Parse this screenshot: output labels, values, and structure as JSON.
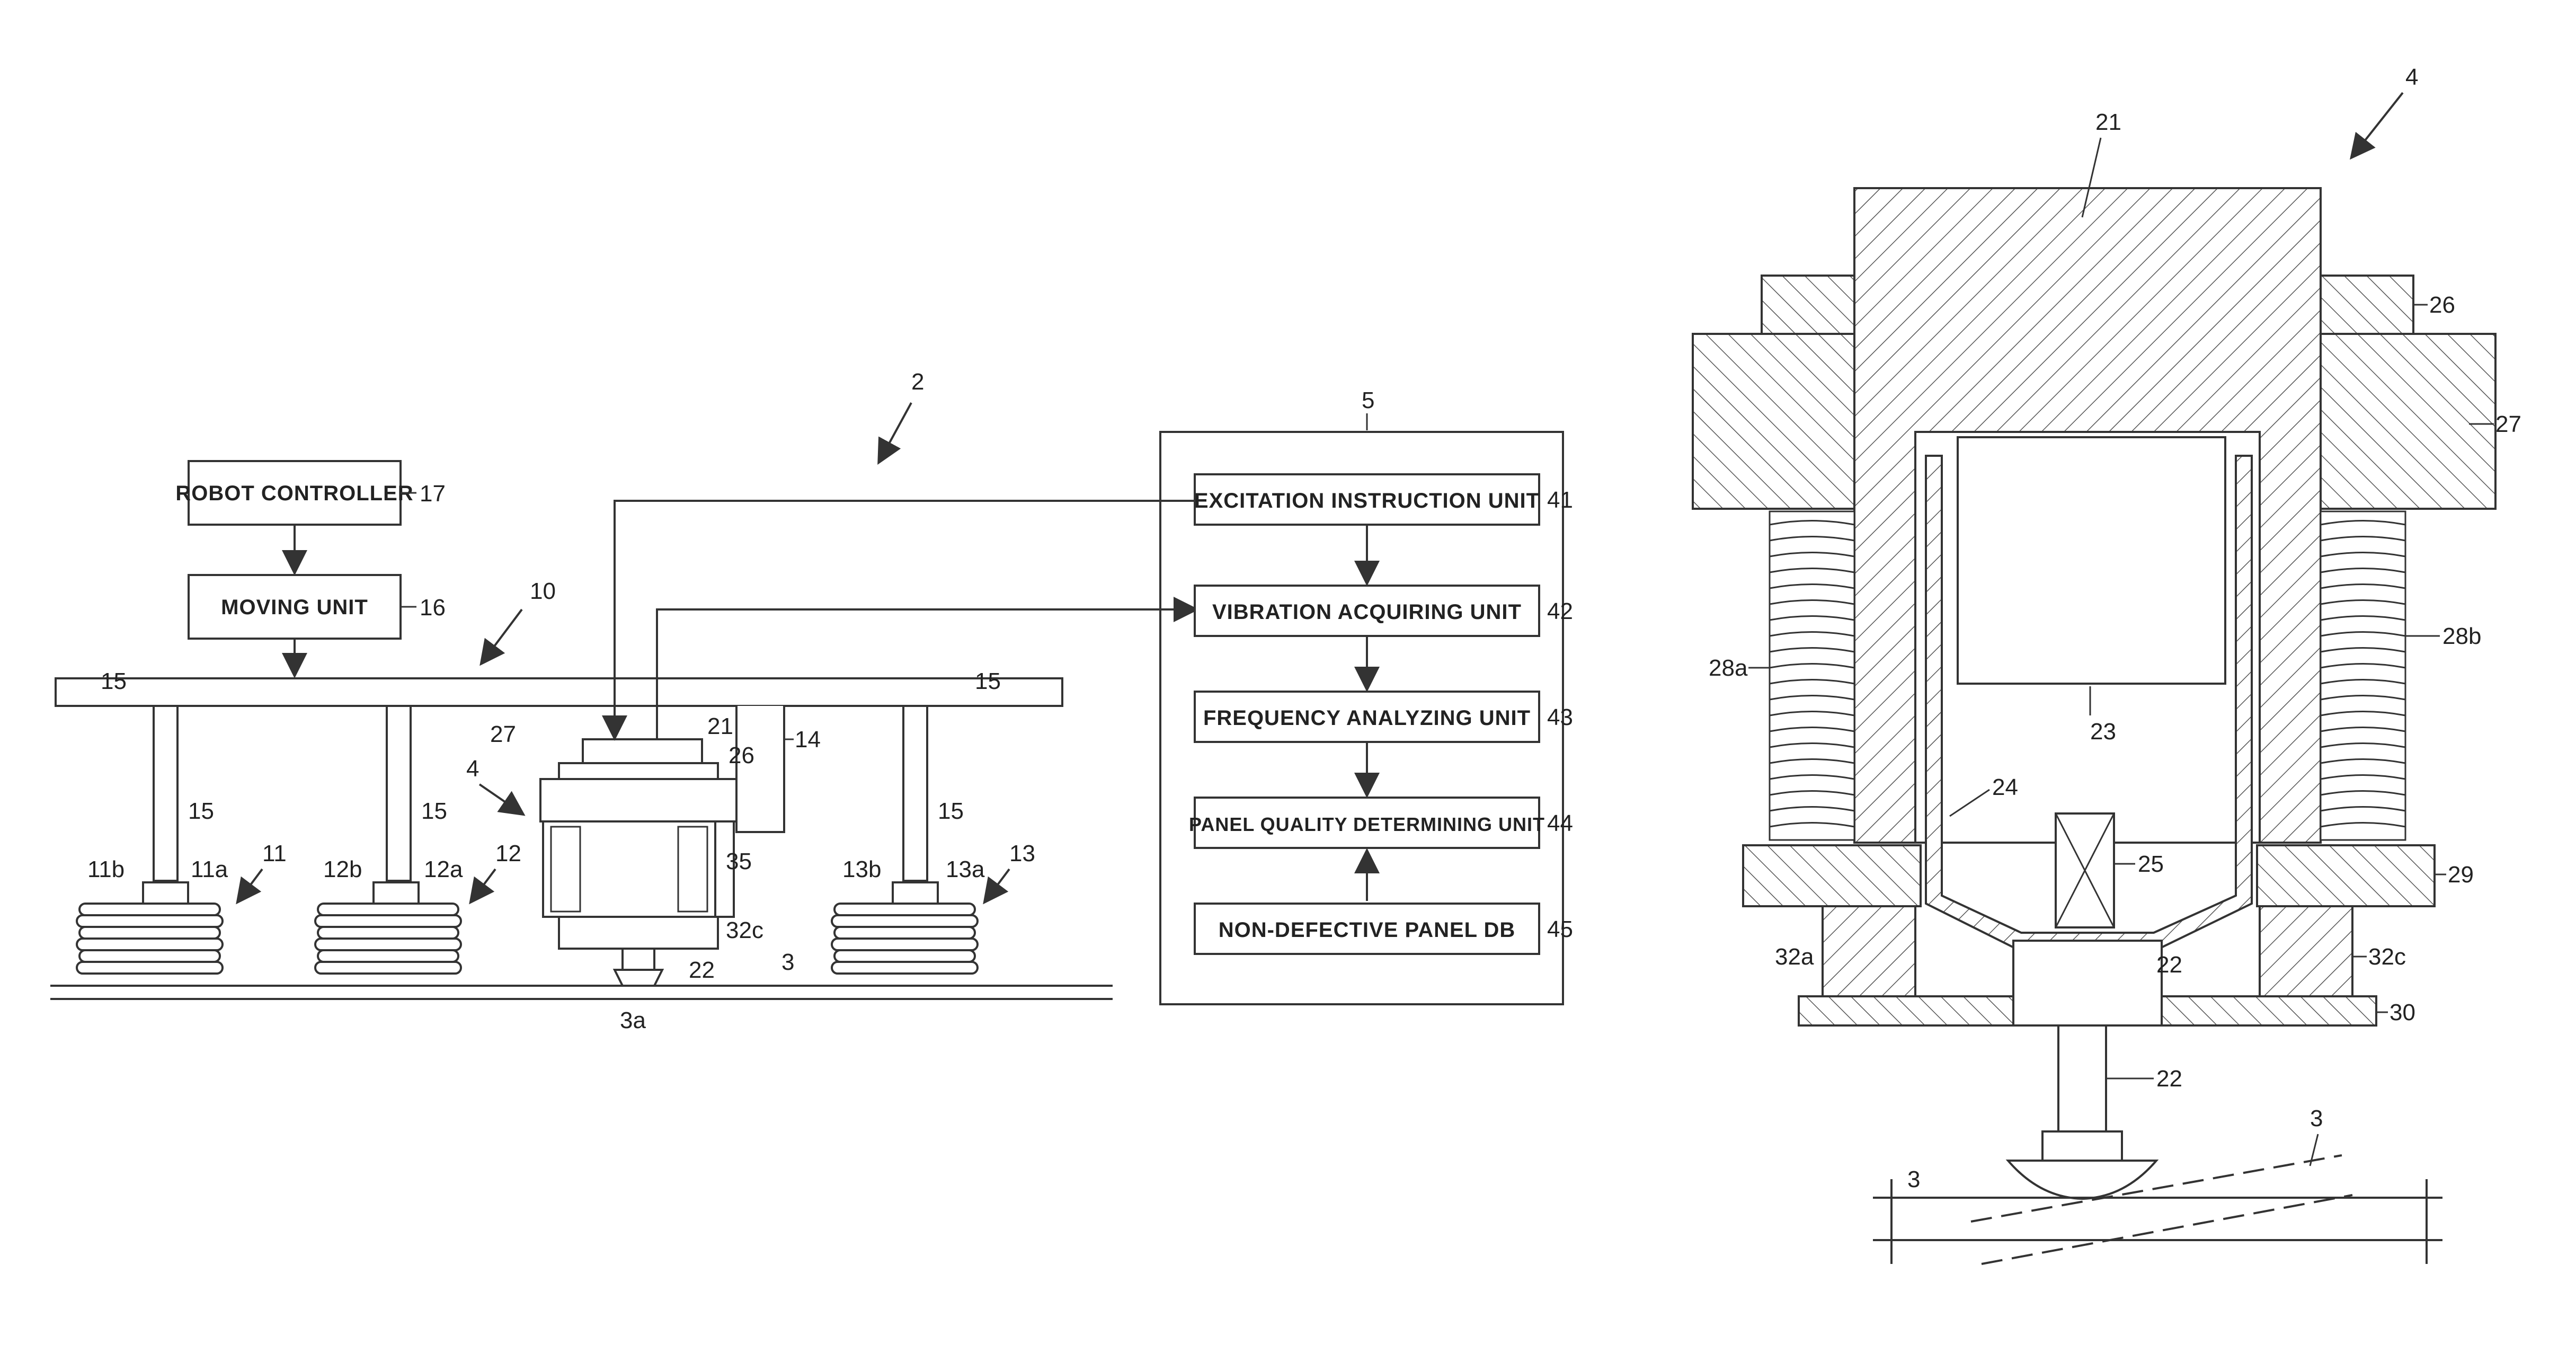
{
  "blocks": {
    "robot_controller": {
      "label": "ROBOT CONTROLLER",
      "ref": "17"
    },
    "moving_unit": {
      "label": "MOVING UNIT",
      "ref": "16"
    },
    "excitation": {
      "label": "EXCITATION INSTRUCTION UNIT",
      "ref": "41"
    },
    "vibration": {
      "label": "VIBRATION ACQUIRING UNIT",
      "ref": "42"
    },
    "frequency": {
      "label": "FREQUENCY ANALYZING UNIT",
      "ref": "43"
    },
    "panel_quality": {
      "label": "PANEL QUALITY DETERMINING UNIT",
      "ref": "44"
    },
    "non_defective": {
      "label": "NON-DEFECTIVE PANEL DB",
      "ref": "45"
    }
  },
  "left_refs": {
    "system": "2",
    "processor": "5",
    "robot": "10",
    "head": "4",
    "frame": "15",
    "arm": "14",
    "r21": "21",
    "r26": "26",
    "r27": "27",
    "r35": "35",
    "r32c": "32c",
    "r22": "22",
    "panel": "3",
    "panel_point": "3a",
    "s11": "11",
    "s11a": "11a",
    "s11b": "11b",
    "s12": "12",
    "s12a": "12a",
    "s12b": "12b",
    "s13": "13",
    "s13a": "13a",
    "s13b": "13b"
  },
  "right_refs": {
    "head": "4",
    "r21": "21",
    "r26": "26",
    "r27": "27",
    "r28a": "28a",
    "r28b": "28b",
    "r23": "23",
    "r24": "24",
    "r25": "25",
    "r29": "29",
    "r32a": "32a",
    "r32c": "32c",
    "r22_upper": "22",
    "r30": "30",
    "r22_lower": "22",
    "r3_left": "3",
    "r3_right": "3"
  }
}
